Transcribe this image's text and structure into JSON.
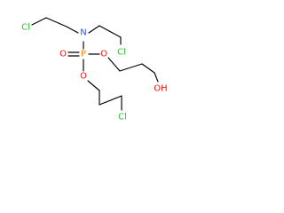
{
  "atoms": {
    "cl_top_left": {
      "symbol": "Cl"
    },
    "n": {
      "symbol": "N"
    },
    "cl_top_right": {
      "symbol": "Cl"
    },
    "o_double": {
      "symbol": "O"
    },
    "p": {
      "symbol": "P"
    },
    "o_ester_right": {
      "symbol": "O"
    },
    "oh": {
      "symbol": "OH"
    },
    "o_ester_bottom": {
      "symbol": "O"
    },
    "cl_bottom": {
      "symbol": "Cl"
    }
  },
  "colors": {
    "bond": "#000000",
    "chlorine": "#2fbf2f",
    "nitrogen": "#3050f8",
    "oxygen": "#ff0d0d",
    "phosphorus": "#ff8000"
  }
}
